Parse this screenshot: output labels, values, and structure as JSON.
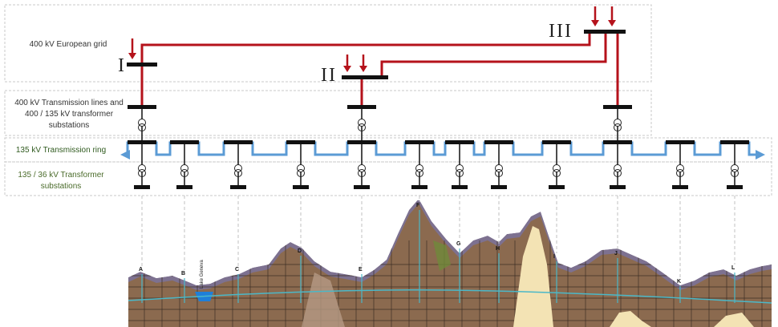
{
  "labels": {
    "grid": "400 kV European grid",
    "transmission_line1": "400 kV Transmission lines and",
    "transmission_line2": "400 / 135 kV transformer",
    "transmission_line3": "substations",
    "ring": "135 kV Transmission ring",
    "transformer_line1": "135 / 36 kV Transformer",
    "transformer_line2": "substations"
  },
  "grid_points": [
    "I",
    "II",
    "III"
  ],
  "profile_points": [
    "A",
    "B",
    "C",
    "D",
    "E",
    "F",
    "G",
    "H",
    "I",
    "J",
    "K",
    "L"
  ],
  "lake_label": "Lake Geneva",
  "colors": {
    "hv_line": "#b5121b",
    "ring": "#5b9bd5",
    "ring_label": "#2f5a1e",
    "substation_label": "#4a6b2a",
    "terrain_light": "#8b6a4f",
    "terrain_dark": "#5e4a3e",
    "lake": "#1f7fd8",
    "profile_line": "#4bb8c8"
  }
}
